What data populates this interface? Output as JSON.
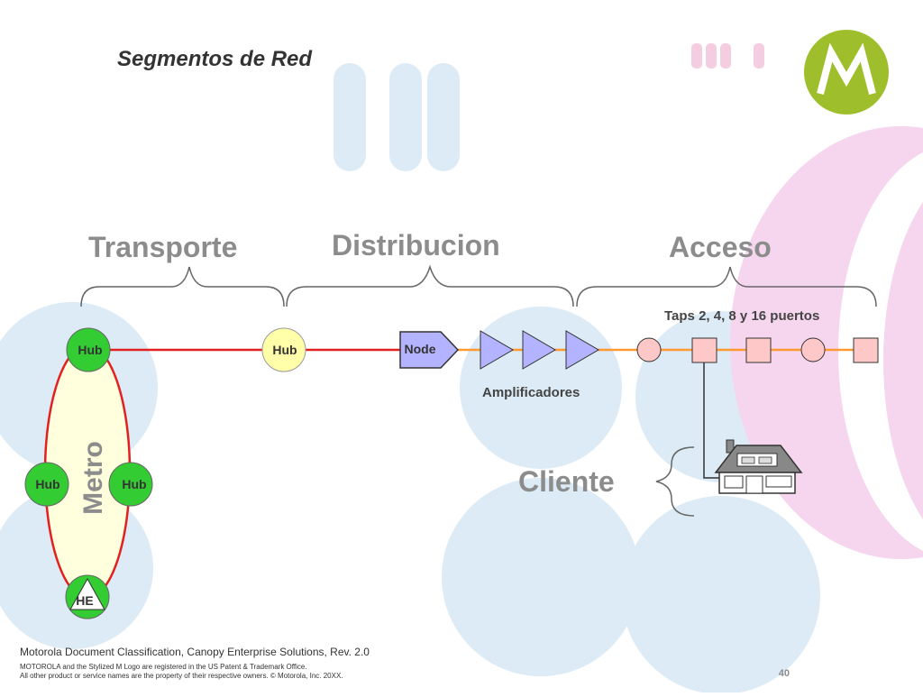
{
  "slide": {
    "title": "Segmentos de Red",
    "page_number": "40"
  },
  "segments": {
    "transport": "Transporte",
    "distribution": "Distribucion",
    "access": "Acceso",
    "client": "Cliente",
    "metro": "Metro"
  },
  "labels": {
    "taps": "Taps 2, 4, 8 y 16 puertos",
    "amplifiers": "Amplificadores"
  },
  "nodes": {
    "hub_top": "Hub",
    "hub_transport": "Hub",
    "hub_left": "Hub",
    "hub_right": "Hub",
    "he": "HE",
    "node": "Node"
  },
  "footer": {
    "classification": "Motorola Document Classification, Canopy Enterprise Solutions, Rev. 2.0",
    "trademark": "MOTOROLA and the Stylized M Logo are registered in the US Patent & Trademark Office.",
    "copyright": "All other product or service names are the property of their respective owners. © Motorola, Inc. 20XX."
  },
  "colors": {
    "hub_green": "#33cc33",
    "hub_yellow": "#ffffaa",
    "node_lavender": "#b3b3ff",
    "ring_fill": "#ffffdd",
    "trunk_red": "#e32020",
    "coax_orange": "#ff9933",
    "tap_pink": "#ffc8c8",
    "logo_green": "#9ebf2b",
    "bg_blue": "#dcebf5",
    "bg_pink": "#f5d6ee"
  }
}
